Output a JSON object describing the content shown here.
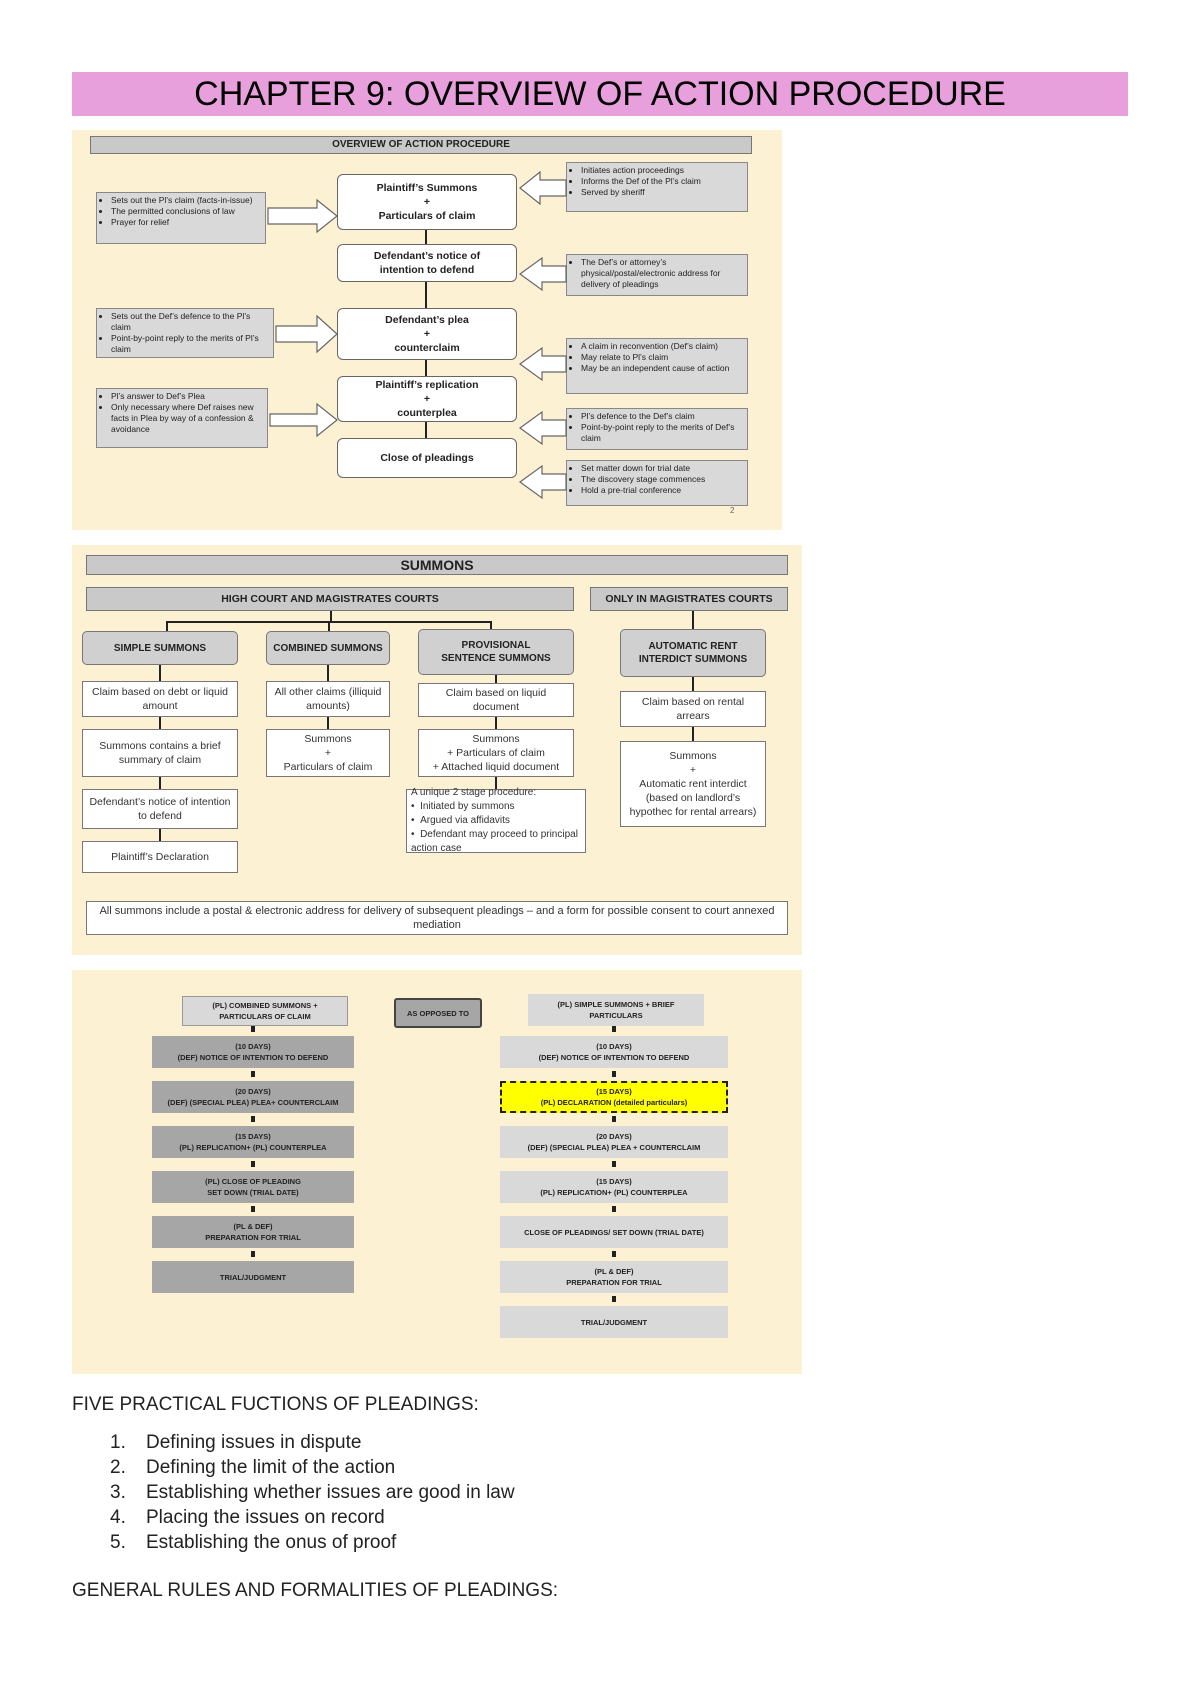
{
  "chapter_title": "CHAPTER 9: OVERVIEW OF ACTION PROCEDURE",
  "overview": {
    "header": "OVERVIEW OF ACTION PROCEDURE",
    "steps": [
      {
        "line1": "Plaintiff’s Summons",
        "plus": "+",
        "line2": "Particulars of claim"
      },
      {
        "line1": "Defendant’s notice of",
        "line2": "intention to defend"
      },
      {
        "line1": "Defendant’s plea",
        "plus": "+",
        "line2": "counterclaim"
      },
      {
        "line1": "Plaintiff’s replication",
        "plus": "+",
        "line2": "counterplea"
      },
      {
        "line1": "Close of pleadings"
      }
    ],
    "left_notes": [
      [
        "Sets out the Pl’s claim (facts-in-issue)",
        "The permitted conclusions of law",
        "Prayer for relief"
      ],
      [
        "Sets out the Def’s defence to the Pl’s claim",
        "Point-by-point reply to the merits of Pl’s claim"
      ],
      [
        "Pl’s answer to Def’s Plea",
        "Only necessary where Def raises new facts in Plea by way of a confession & avoidance"
      ]
    ],
    "right_notes": [
      [
        "Initiates action proceedings",
        "Informs the Def of the Pl’s claim",
        "Served by sheriff"
      ],
      [
        "The Def’s or attorney’s physical/postal/electronic address for delivery of pleadings"
      ],
      [
        "A claim in reconvention (Def’s claim)",
        "May relate to Pl’s claim",
        "May be an independent cause of action"
      ],
      [
        "Pl’s defence to the Def’s claim",
        "Point-by-point reply to the merits of Def’s claim"
      ],
      [
        "Set matter down for trial date",
        "The discovery stage commences",
        "Hold a pre-trial conference"
      ]
    ],
    "page_num": "2"
  },
  "summons": {
    "header": "SUMMONS",
    "group_left": "HIGH COURT AND MAGISTRATES COURTS",
    "group_right": "ONLY IN MAGISTRATES COURTS",
    "simple": {
      "title": "SIMPLE SUMMONS",
      "b1": "Claim based on debt or liquid amount",
      "b2": "Summons contains a brief summary of claim",
      "b3": "Defendant’s notice of intention to defend",
      "b4": "Plaintiff’s Declaration"
    },
    "combined": {
      "title": "COMBINED SUMMONS",
      "b1": "All other claims (illiquid amounts)",
      "b2a": "Summons",
      "b2b": "+",
      "b2c": "Particulars of claim"
    },
    "provisional": {
      "title": "PROVISIONAL SENTENCE SUMMONS",
      "b1": "Claim based on liquid document",
      "b2a": "Summons",
      "b2b": "+ Particulars of claim",
      "b2c": "+ Attached liquid document",
      "b3_title": "A unique 2 stage procedure:",
      "b3_items": [
        "Initiated by summons",
        "Argued via affidavits",
        "Defendant may proceed to principal action case"
      ]
    },
    "rent": {
      "title": "AUTOMATIC RENT INTERDICT SUMMONS",
      "b1": "Claim based on rental arrears",
      "b2a": "Summons",
      "b2b": "+",
      "b2c": "Automatic rent interdict (based on landlord’s hypothec for rental arrears)"
    },
    "footer": "All summons include a postal & electronic address for delivery of subsequent pleadings – and a form for possible consent to court annexed mediation"
  },
  "timeline": {
    "left_title": "(PL) COMBINED SUMMONS + PARTICULARS OF CLAIM",
    "middle": "AS OPPOSED TO",
    "right_title": "(PL) SIMPLE SUMMONS + BRIEF PARTICULARS",
    "left_steps": [
      {
        "a": "(10 DAYS)",
        "b": "(DEF) NOTICE OF INTENTION TO DEFEND"
      },
      {
        "a": "(20 DAYS)",
        "b": "(DEF) (SPECIAL PLEA) PLEA+ COUNTERCLAIM"
      },
      {
        "a": "(15 DAYS)",
        "b": "(PL) REPLICATION+ (PL) COUNTERPLEA"
      },
      {
        "a": "(PL) CLOSE OF PLEADING",
        "b": "SET DOWN (TRIAL DATE)"
      },
      {
        "a": "(PL & DEF)",
        "b": "PREPARATION FOR TRIAL"
      },
      {
        "a": "TRIAL/JUDGMENT",
        "b": ""
      }
    ],
    "right_steps": [
      {
        "a": "(10 DAYS)",
        "b": "(DEF) NOTICE OF INTENTION TO DEFEND"
      },
      {
        "a": "(15 DAYS)",
        "b": "(PL) DECLARATION (detailed particulars)"
      },
      {
        "a": "(20 DAYS)",
        "b": "(DEF) (SPECIAL PLEA) PLEA + COUNTERCLAIM"
      },
      {
        "a": "(15 DAYS)",
        "b": "(PL) REPLICATION+ (PL) COUNTERPLEA"
      },
      {
        "a": "CLOSE OF PLEADINGS/ SET DOWN (TRIAL DATE)",
        "b": ""
      },
      {
        "a": "(PL & DEF)",
        "b": "PREPARATION FOR TRIAL"
      },
      {
        "a": "TRIAL/JUDGMENT",
        "b": ""
      }
    ]
  },
  "functions": {
    "heading": "FIVE PRACTICAL FUCTIONS OF PLEADINGS:",
    "items": [
      "Defining issues in dispute",
      "Defining the limit of the action",
      "Establishing whether issues are good in law",
      "Placing the issues on record",
      "Establishing the onus of proof"
    ]
  },
  "general_rules_heading": "GENERAL RULES AND FORMALITIES OF PLEADINGS:"
}
